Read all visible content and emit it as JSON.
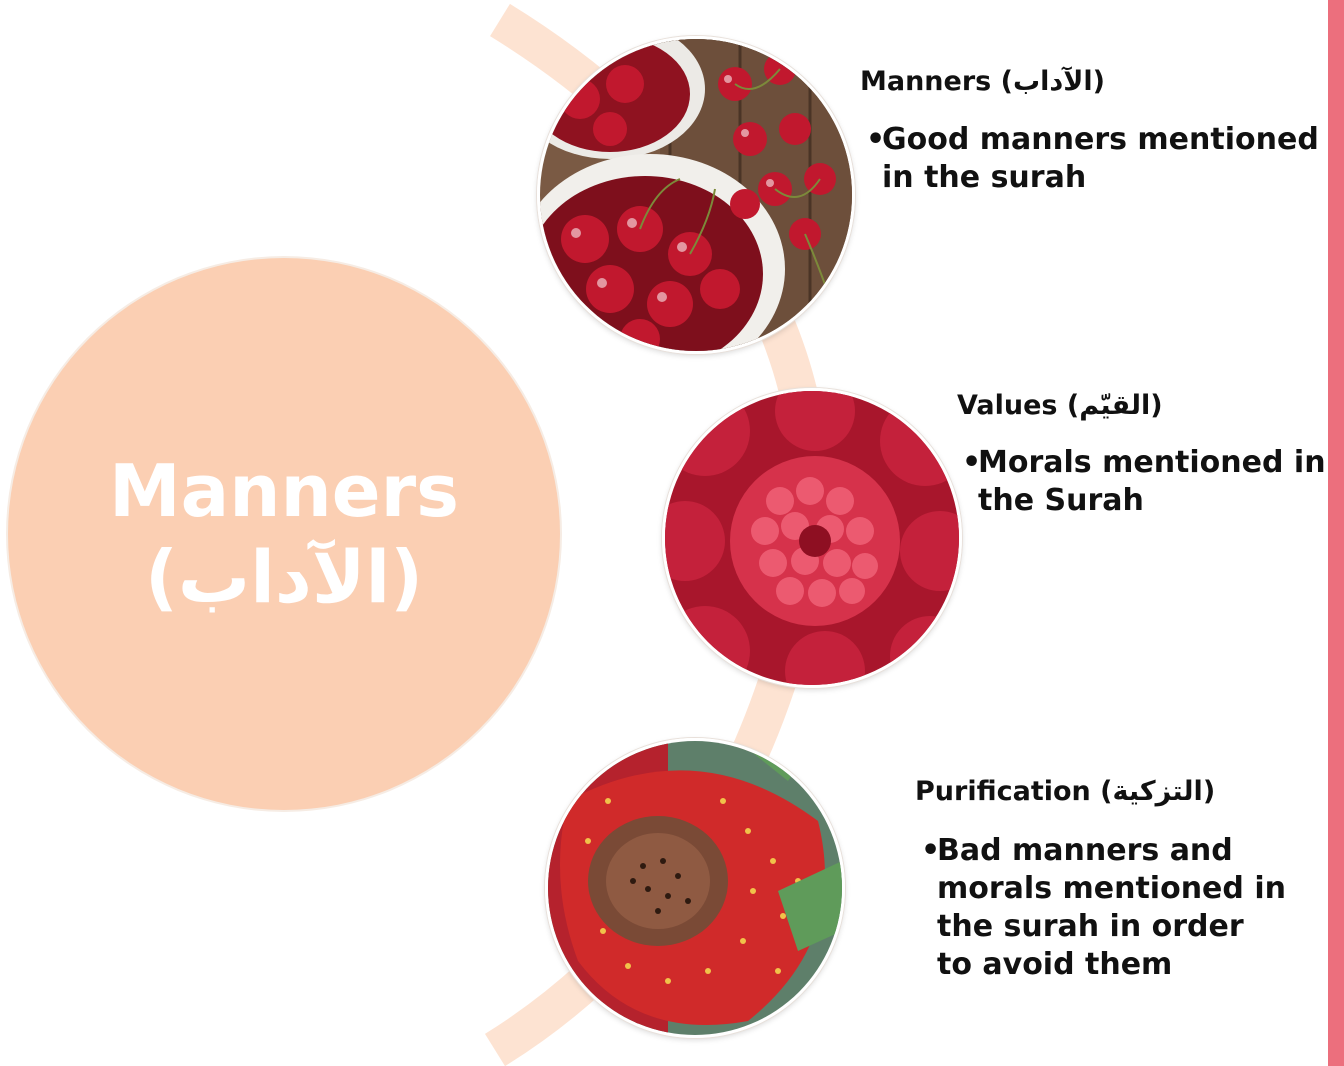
{
  "colors": {
    "circle_fill": "#fbcfb3",
    "arc": "#fde3d2",
    "accent_bar": "#ec6f7d",
    "text": "#111111"
  },
  "main_circle": {
    "title": "Manners",
    "arabic": "(الآداب)"
  },
  "items": [
    {
      "title": "Manners (الآداب)",
      "text": "Good manners mentioned in the surah",
      "image": "cherries-photo"
    },
    {
      "title": "Values (القيّم)",
      "text": "Morals mentioned in the Surah",
      "image": "raspberries-photo"
    },
    {
      "title": "Purification (التزكية)",
      "text": "Bad manners and morals mentioned in the surah in order to avoid them",
      "image": "strawberry-photo"
    }
  ],
  "bullet_glyph": "•"
}
